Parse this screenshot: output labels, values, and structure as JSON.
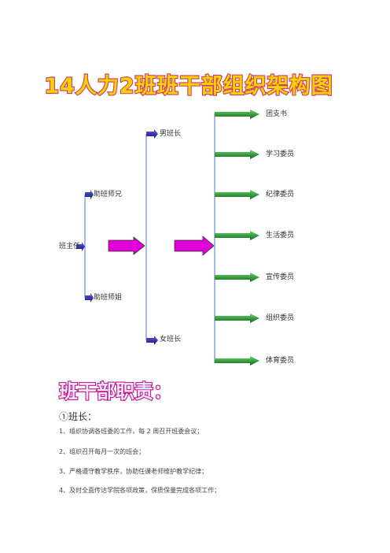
{
  "title": "14人力2班班干部组织架构图",
  "org": {
    "root": "班主任",
    "assistants": [
      "助班师兄",
      "助班师姐"
    ],
    "monitors": [
      "男班长",
      "女班长"
    ],
    "committee": [
      "团支书",
      "学习委员",
      "纪律委员",
      "生活委员",
      "宣传委员",
      "组织委员",
      "体育委员"
    ]
  },
  "duties": {
    "heading": "班干部职责：",
    "role": "①班长：",
    "items": [
      "1、组织协调各班委的工作，每 2 周召开班委会议；",
      "2、组织召开每月一次的班会；",
      "3、严格遵守教学秩序，协助任课老师维护教学纪律；",
      "4、及时全面传达学院各项政策，保质保量完成各项工作；"
    ]
  },
  "colors": {
    "title_fill": "#f7d200",
    "title_outline": "#d23a6a",
    "heading_fill": "#e8e8ff",
    "heading_outline": "#c8007a",
    "blue_arrow": "#2b2ba6",
    "green_arrow": "#1f8f2f",
    "magenta_arrow": "#e000d8"
  }
}
